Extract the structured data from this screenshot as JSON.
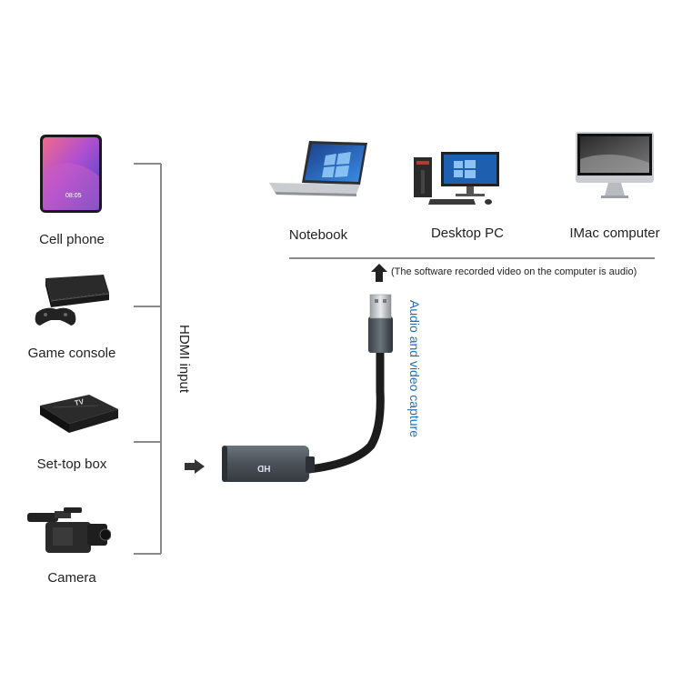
{
  "sources": [
    {
      "label": "Cell phone",
      "icon": "cell-phone-icon"
    },
    {
      "label": "Game console",
      "icon": "game-console-icon"
    },
    {
      "label": "Set-top box",
      "icon": "set-top-box-icon"
    },
    {
      "label": "Camera",
      "icon": "camera-icon"
    }
  ],
  "hdmi_label": "HDMI input",
  "phone_time": "08:05",
  "stb_badge": "TV",
  "capture_label": "Audio and video capture",
  "adapter_text": "HD",
  "computers": [
    {
      "label": "Notebook",
      "icon": "notebook-icon"
    },
    {
      "label": "Desktop PC",
      "icon": "desktop-pc-icon"
    },
    {
      "label": "IMac computer",
      "icon": "imac-icon"
    }
  ],
  "note": "(The software recorded video on the computer is audio)",
  "colors": {
    "accent_blue": "#1f6fb8",
    "line_gray": "#888888",
    "adapter_gray": "#4a5158"
  }
}
